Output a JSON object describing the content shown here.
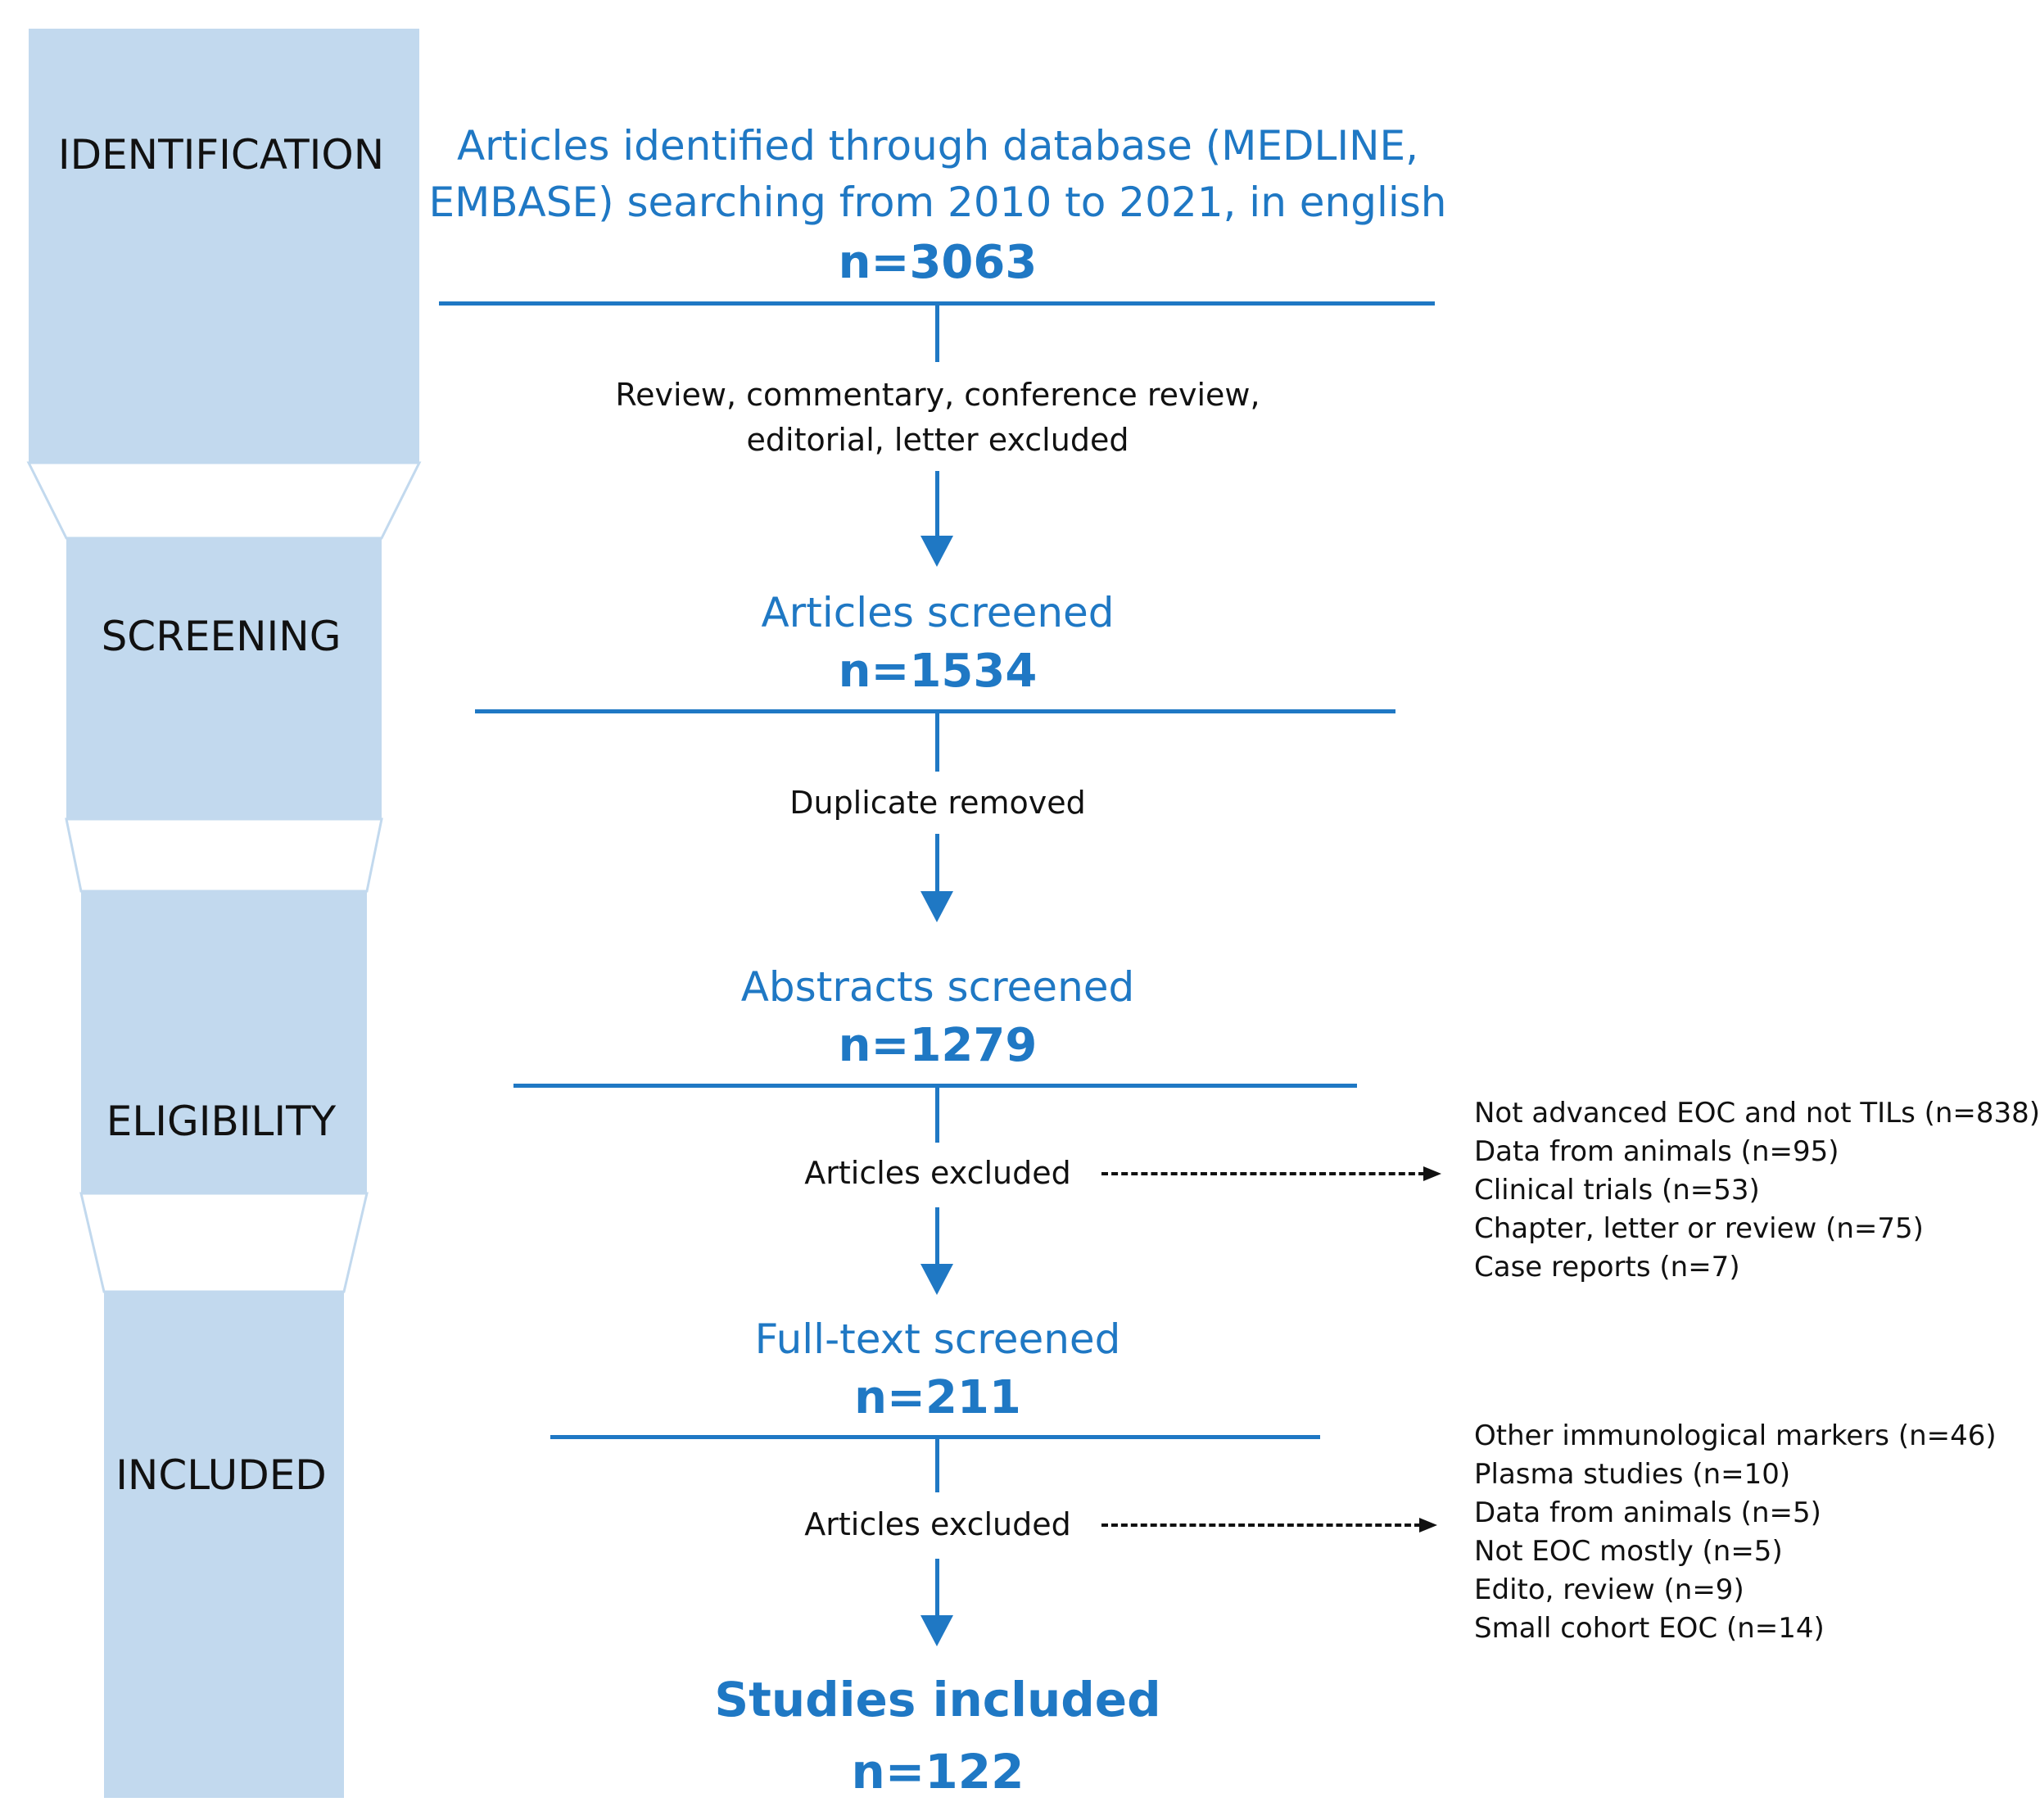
{
  "colors": {
    "accent": "#1f78c4",
    "stage_fill": "#c2d9ee",
    "text": "#111111"
  },
  "stages": [
    {
      "label": "IDENTIFICATION"
    },
    {
      "label": "SCREENING"
    },
    {
      "label": "ELIGIBILITY"
    },
    {
      "label": "INCLUDED"
    }
  ],
  "steps": {
    "identified": {
      "line1": "Articles identified through database (MEDLINE,",
      "line2": "EMBASE) searching from 2010 to 2021, in english",
      "count": "n=3063"
    },
    "exclusion1": {
      "line1": "Review, commentary, conference review,",
      "line2": "editorial, letter excluded"
    },
    "articles_screened": {
      "title": "Articles screened",
      "count": "n=1534"
    },
    "exclusion2": {
      "label": "Duplicate removed"
    },
    "abstracts_screened": {
      "title": "Abstracts screened",
      "count": "n=1279"
    },
    "exclusion3": {
      "label": "Articles excluded",
      "reasons": [
        "Not advanced EOC and not TILs (n=838)",
        "Data from animals (n=95)",
        "Clinical trials (n=53)",
        "Chapter, letter or review (n=75)",
        "Case reports (n=7)"
      ]
    },
    "fulltext_screened": {
      "title": "Full-text screened",
      "count": "n=211"
    },
    "exclusion4": {
      "label": "Articles excluded",
      "reasons": [
        "Other immunological markers (n=46)",
        "Plasma studies (n=10)",
        "Data from animals (n=5)",
        "Not EOC mostly (n=5)",
        "Edito, review (n=9)",
        "Small cohort EOC (n=14)"
      ]
    },
    "included": {
      "title": "Studies included",
      "count": "n=122"
    }
  }
}
